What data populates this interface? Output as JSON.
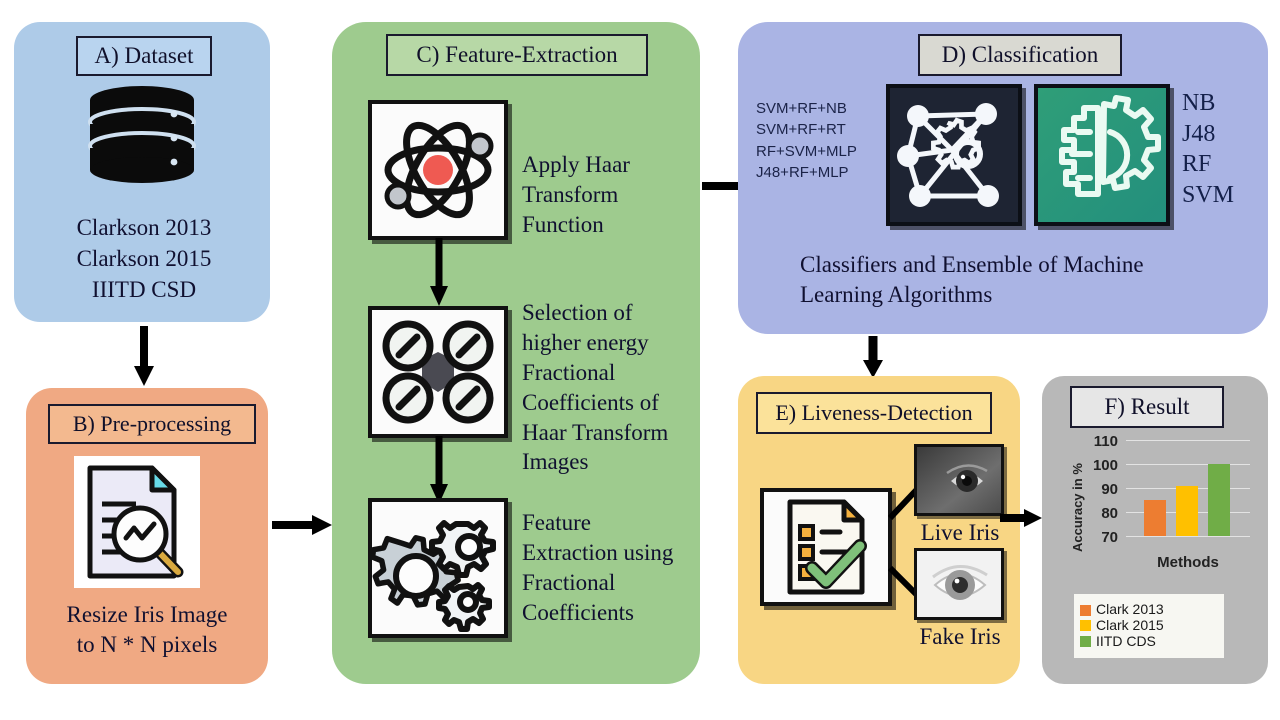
{
  "panels": {
    "a": {
      "header": "A) Dataset",
      "icon": "database-icon",
      "lines": [
        "Clarkson 2013",
        "Clarkson 2015",
        "IIITD CSD"
      ]
    },
    "b": {
      "header": "B) Pre-processing",
      "icon": "document-search-icon",
      "caption": "Resize Iris Image\nto N * N pixels"
    },
    "c": {
      "header": "C) Feature-Extraction",
      "steps": [
        {
          "icon": "atom-icon",
          "text": "Apply Haar\nTransform\nFunction"
        },
        {
          "icon": "selection-nodes-icon",
          "text": "Selection of\nhigher energy\nFractional\nCoefficients of\nHaar Transform\nImages"
        },
        {
          "icon": "gears-icon",
          "text": "Feature\nExtraction using\nFractional\nCoefficients"
        }
      ]
    },
    "d": {
      "header": "D) Classification",
      "ensembles": [
        "SVM+RF+NB",
        "SVM+RF+RT",
        "RF+SVM+MLP",
        "J48+RF+MLP"
      ],
      "classifiers": [
        "NB",
        "J48",
        "RF",
        "SVM"
      ],
      "network_icon": "neural-network-icon",
      "brain_icon": "ai-brain-gear-icon",
      "caption": "Classifiers and Ensemble of Machine\nLearning Algorithms"
    },
    "e": {
      "header": "E) Liveness-Detection",
      "icon": "checklist-verified-icon",
      "live_label": "Live Iris",
      "fake_label": "Fake Iris"
    },
    "f": {
      "header": "F) Result"
    }
  },
  "chart_data": {
    "type": "bar",
    "title": "F) Result",
    "categories": [
      "Clark 2013",
      "Clark 2015",
      "IITD CDS"
    ],
    "values": [
      85,
      91,
      100
    ],
    "series": [
      {
        "name": "Clark 2013",
        "values": [
          85
        ],
        "color": "#ED7D31"
      },
      {
        "name": "Clark 2015",
        "values": [
          91
        ],
        "color": "#FFC000"
      },
      {
        "name": "IITD CDS",
        "values": [
          100
        ],
        "color": "#70AD47"
      }
    ],
    "xlabel": "Methods",
    "ylabel": "Accuracy in %",
    "ylim": [
      70,
      110
    ],
    "yticks": [
      70,
      80,
      90,
      100,
      110
    ],
    "grid": true,
    "legend_position": "bottom",
    "legend": [
      "Clark 2013",
      "Clark 2015",
      "IITD CDS"
    ]
  },
  "colors": {
    "panel_a": "#AECBE8",
    "panel_b": "#F0A983",
    "panel_c": "#9ECB8E",
    "panel_d": "#AAB4E4",
    "panel_e": "#F8D684",
    "panel_f": "#B8B8B8",
    "bar_orange": "#ED7D31",
    "bar_yellow": "#FFC000",
    "bar_green": "#70AD47"
  },
  "arrows": [
    {
      "name": "arrow-a-to-b",
      "direction": "down"
    },
    {
      "name": "arrow-b-to-c",
      "direction": "right"
    },
    {
      "name": "arrow-c-to-d",
      "direction": "right"
    },
    {
      "name": "arrow-d-to-e",
      "direction": "down"
    },
    {
      "name": "arrow-e-to-f",
      "direction": "right"
    }
  ]
}
